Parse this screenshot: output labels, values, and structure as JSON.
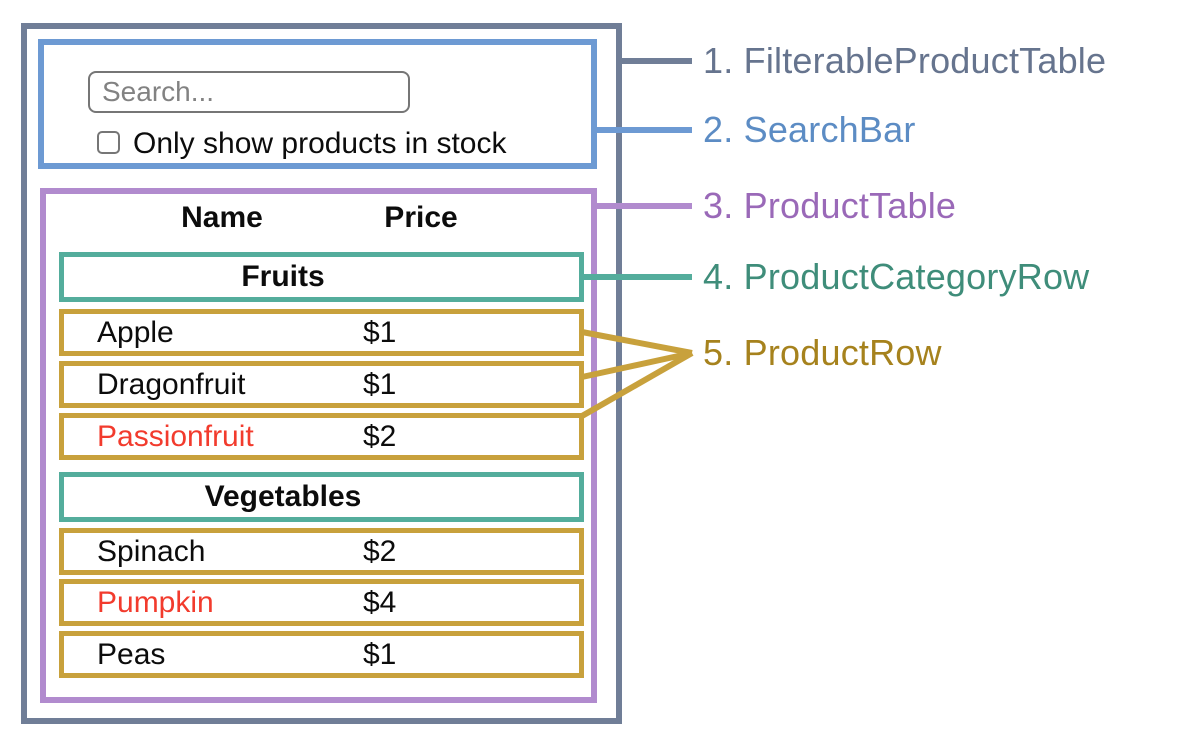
{
  "legend": {
    "items": [
      {
        "text": "1. FilterableProductTable",
        "color": "#66748e"
      },
      {
        "text": "2. SearchBar",
        "color": "#5c8cc4"
      },
      {
        "text": "3. ProductTable",
        "color": "#9a69b8"
      },
      {
        "text": "4. ProductCategoryRow",
        "color": "#3f8d7a"
      },
      {
        "text": "5. ProductRow",
        "color": "#a6821d"
      }
    ]
  },
  "search_bar": {
    "placeholder": "Search...",
    "checkbox_label": "Only show products in stock",
    "checkbox_checked": false
  },
  "table": {
    "name_header": "Name",
    "price_header": "Price",
    "groups": [
      {
        "category": "Fruits",
        "rows": [
          {
            "name": "Apple",
            "price": "$1",
            "highlighted": false
          },
          {
            "name": "Dragonfruit",
            "price": "$1",
            "highlighted": false
          },
          {
            "name": "Passionfruit",
            "price": "$2",
            "highlighted": true
          }
        ]
      },
      {
        "category": "Vegetables",
        "rows": [
          {
            "name": "Spinach",
            "price": "$2",
            "highlighted": false
          },
          {
            "name": "Pumpkin",
            "price": "$4",
            "highlighted": true
          },
          {
            "name": "Peas",
            "price": "$1",
            "highlighted": false
          }
        ]
      }
    ]
  },
  "colors": {
    "filterable_product_table": "#707e97",
    "search_bar": "#6d9ad3",
    "product_table": "#b18bce",
    "product_category_row": "#54ad9c",
    "product_row": "#c8a13c",
    "highlighted_text": "#f23b2d"
  }
}
